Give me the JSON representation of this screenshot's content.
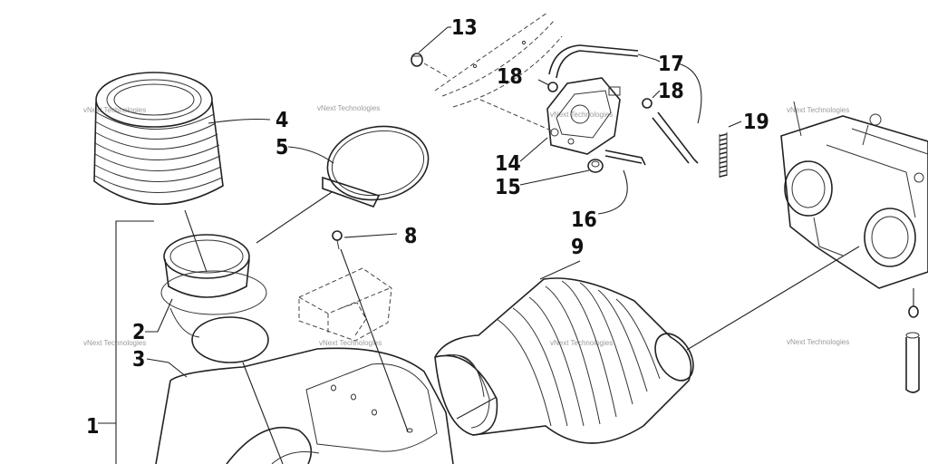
{
  "callouts": {
    "c1": "1",
    "c2": "2",
    "c3": "3",
    "c4": "4",
    "c5": "5",
    "c8": "8",
    "c9": "9",
    "c13": "13",
    "c14": "14",
    "c15": "15",
    "c16": "16",
    "c17": "17",
    "c18a": "18",
    "c18b": "18",
    "c19": "19"
  },
  "watermark": "vNext Technologies"
}
